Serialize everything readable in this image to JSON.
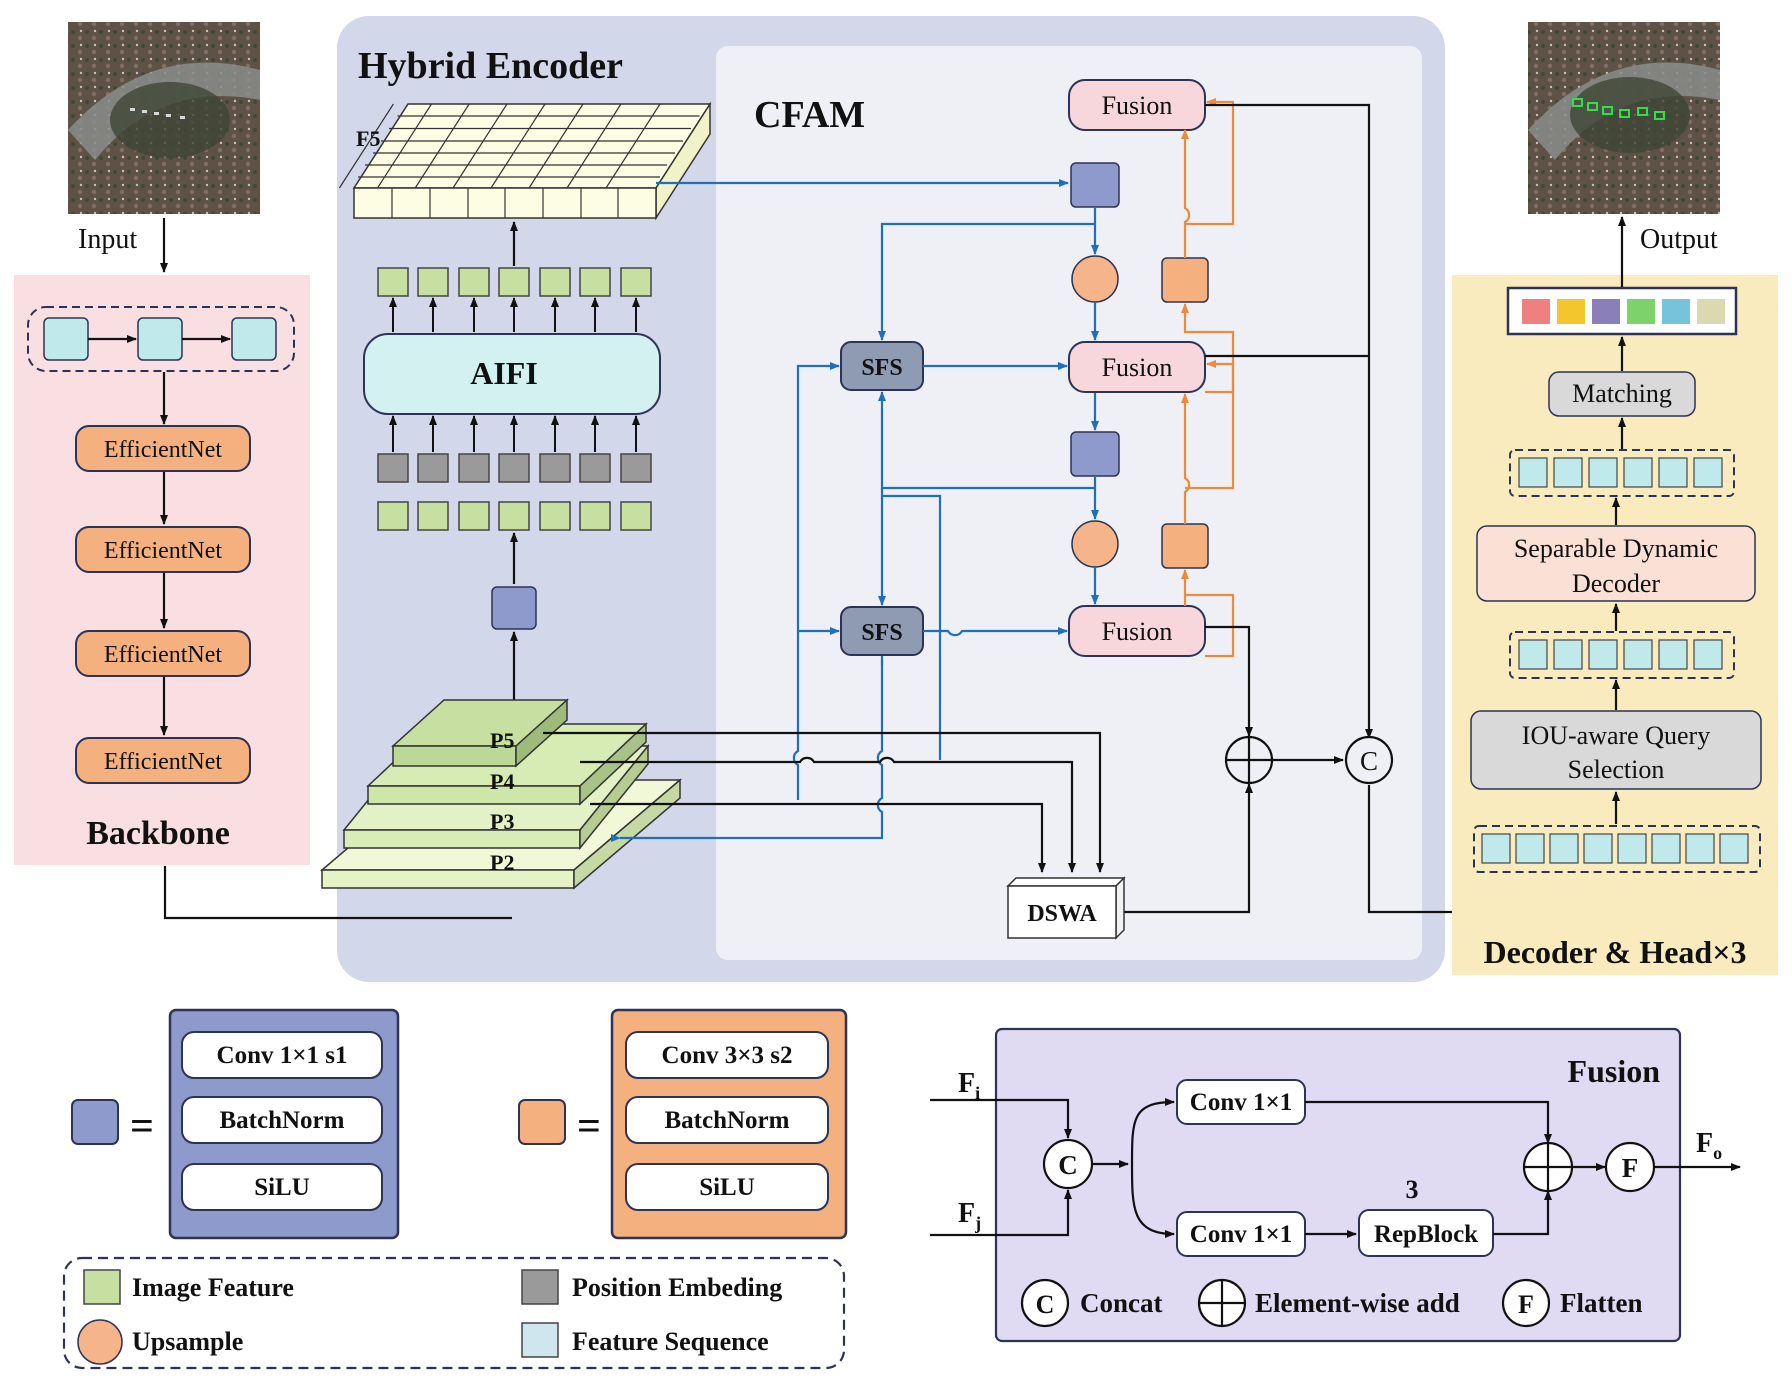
{
  "main": {
    "input_label": "Input",
    "output_label": "Output",
    "backbone": {
      "title": "Backbone",
      "blocks": [
        "EfficientNet",
        "EfficientNet",
        "EfficientNet",
        "EfficientNet"
      ]
    },
    "hybrid_encoder": {
      "title": "Hybrid Encoder",
      "f5_label": "F5",
      "aifi_label": "AIFI",
      "pyramid_labels": [
        "P5",
        "P4",
        "P3",
        "P2"
      ]
    },
    "cfam": {
      "title": "CFAM",
      "sfs_label": "SFS",
      "fusion_label": "Fusion",
      "dswa_label": "DSWA",
      "concat_symbol": "C"
    },
    "decoder": {
      "title": "Decoder & Head×3",
      "matching": "Matching",
      "separable_line1": "Separable Dynamic",
      "separable_line2": "Decoder",
      "iou_line1": "IOU-aware Query",
      "iou_line2": "Selection"
    }
  },
  "legend": {
    "blue_block": [
      "Conv  1×1  s1",
      "BatchNorm",
      "SiLU"
    ],
    "orange_block": [
      "Conv  3×3   s2",
      "BatchNorm",
      "SiLU"
    ],
    "equals": "=",
    "items": [
      "Image Feature",
      "Position Embeding",
      "Upsample",
      "Feature Sequence"
    ]
  },
  "fusion_detail": {
    "title": "Fusion",
    "input_i": "F",
    "input_i_sub": "i",
    "input_j": "F",
    "input_j_sub": "j",
    "output": "F",
    "output_sub": "o",
    "conv_top": "Conv 1×1",
    "conv_bottom": "Conv 1×1",
    "repblock": "RepBlock",
    "rep_count": "3",
    "concat_symbol": "C",
    "flatten_symbol": "F",
    "legend": [
      "Concat",
      "Element-wise add",
      "Flatten"
    ]
  },
  "colors": {
    "backbone_bg": "#f9dfe1",
    "encoder_bg": "#d2d7ea",
    "cfam_bg": "#eef0f6",
    "decoder_bg": "#f9ebbd",
    "fusion_bg": "#e0dbf2",
    "blue_block": "#8e9acb",
    "orange_block": "#f4b07e",
    "image_feature": "#c7e0a2",
    "position_embedding": "#9a9a9a",
    "feature_sequence": "#bfe9ea",
    "fusion_node": "#f8d7dc",
    "sfs_node": "#8e9bb3"
  }
}
